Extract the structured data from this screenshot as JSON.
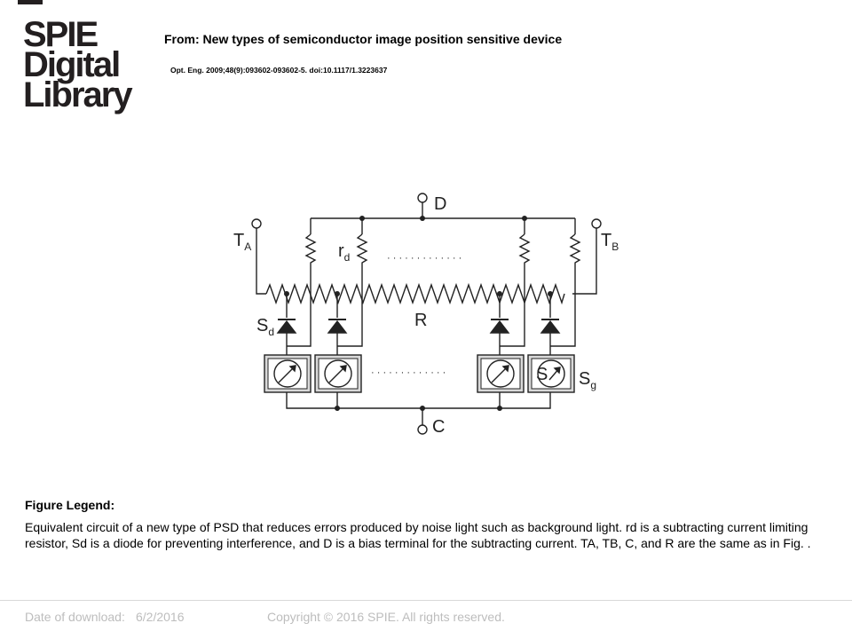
{
  "logo": {
    "line1": "SPIE",
    "line2": "Digital",
    "line3": "Library"
  },
  "header": {
    "from": "From: New types of semiconductor image position sensitive device",
    "citation": "Opt. Eng. 2009;48(9):093602-093602-5. doi:10.1117/1.3223637"
  },
  "diagram": {
    "labels": {
      "D": "D",
      "C": "C",
      "R": "R",
      "TA_main": "T",
      "TA_sub": "A",
      "TB_main": "T",
      "TB_sub": "B",
      "rd_main": "r",
      "rd_sub": "d",
      "Sd_main": "S",
      "Sd_sub": "d",
      "Sg_main": "S",
      "Sg_sub": "g",
      "S_in_box": "S",
      "ellipsis": "· · · · · · · · · · · · ·"
    }
  },
  "legend": {
    "title": "Figure Legend:",
    "text": "Equivalent circuit of a new type of PSD that reduces errors produced by noise light such as background light. rd is a subtracting current limiting resistor, Sd is a diode for preventing interference, and D is a bias terminal for the subtracting current. TA, TB, C, and R are the same as in Fig. ."
  },
  "footer": {
    "date_label": "Date of download:",
    "date": "6/2/2016",
    "copyright": "Copyright © 2016 SPIE. All rights reserved."
  }
}
